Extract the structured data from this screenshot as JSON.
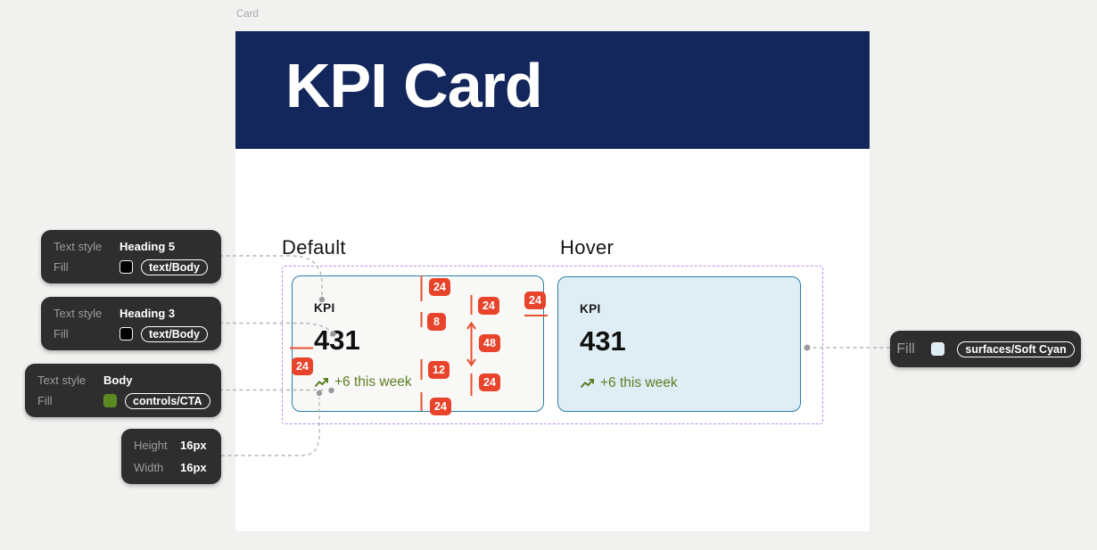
{
  "artboard": {
    "label": "Card"
  },
  "hero": {
    "title": "KPI Card"
  },
  "variants": {
    "default": {
      "label": "Default",
      "kpi_label": "KPI",
      "value": "431",
      "trend": "+6 this week"
    },
    "hover": {
      "label": "Hover",
      "kpi_label": "KPI",
      "value": "431",
      "trend": "+6 this week"
    }
  },
  "measurements": {
    "badges": [
      {
        "id": "value-left-offset",
        "value": "24"
      },
      {
        "id": "top-to-label",
        "value": "24"
      },
      {
        "id": "label-to-value-gap",
        "value": "8"
      },
      {
        "id": "value-to-trend-gap",
        "value": "12"
      },
      {
        "id": "trend-to-bottom",
        "value": "24"
      },
      {
        "id": "col2-top-padding",
        "value": "24"
      },
      {
        "id": "value-height",
        "value": "48"
      },
      {
        "id": "col2-bottom-gap",
        "value": "24"
      },
      {
        "id": "right-padding",
        "value": "24"
      }
    ]
  },
  "tooltips": [
    {
      "rows": [
        {
          "label": "Text style",
          "value": "Heading 5"
        },
        {
          "label": "Fill",
          "value": "text/Body",
          "swatch": "#000000"
        }
      ]
    },
    {
      "rows": [
        {
          "label": "Text style",
          "value": "Heading 3"
        },
        {
          "label": "Fill",
          "value": "text/Body",
          "swatch": "#000000"
        }
      ]
    },
    {
      "rows": [
        {
          "label": "Text style",
          "value": "Body"
        },
        {
          "label": "Fill",
          "value": "controls/CTA",
          "swatch": "#5a8a1f"
        }
      ]
    },
    {
      "rows": [
        {
          "label": "Height",
          "value": "16px"
        },
        {
          "label": "Width",
          "value": "16px"
        }
      ]
    },
    {
      "rows": [
        {
          "label": "Fill",
          "value": "surfaces/Soft Cyan",
          "swatch": "#dcedf5"
        }
      ]
    }
  ],
  "colors": {
    "page_bg": "#f1f1ef",
    "hero_navy": "#14275c",
    "redline": "#e8442b",
    "selection_purple": "#be8cf2",
    "card_border_blue": "#2b7fa6",
    "card_default_fill": "#f8f8f6",
    "card_hover_fill": "#dfeef5",
    "trend_green": "#5b7e22",
    "tooltip_bg": "#2e2e2e"
  }
}
